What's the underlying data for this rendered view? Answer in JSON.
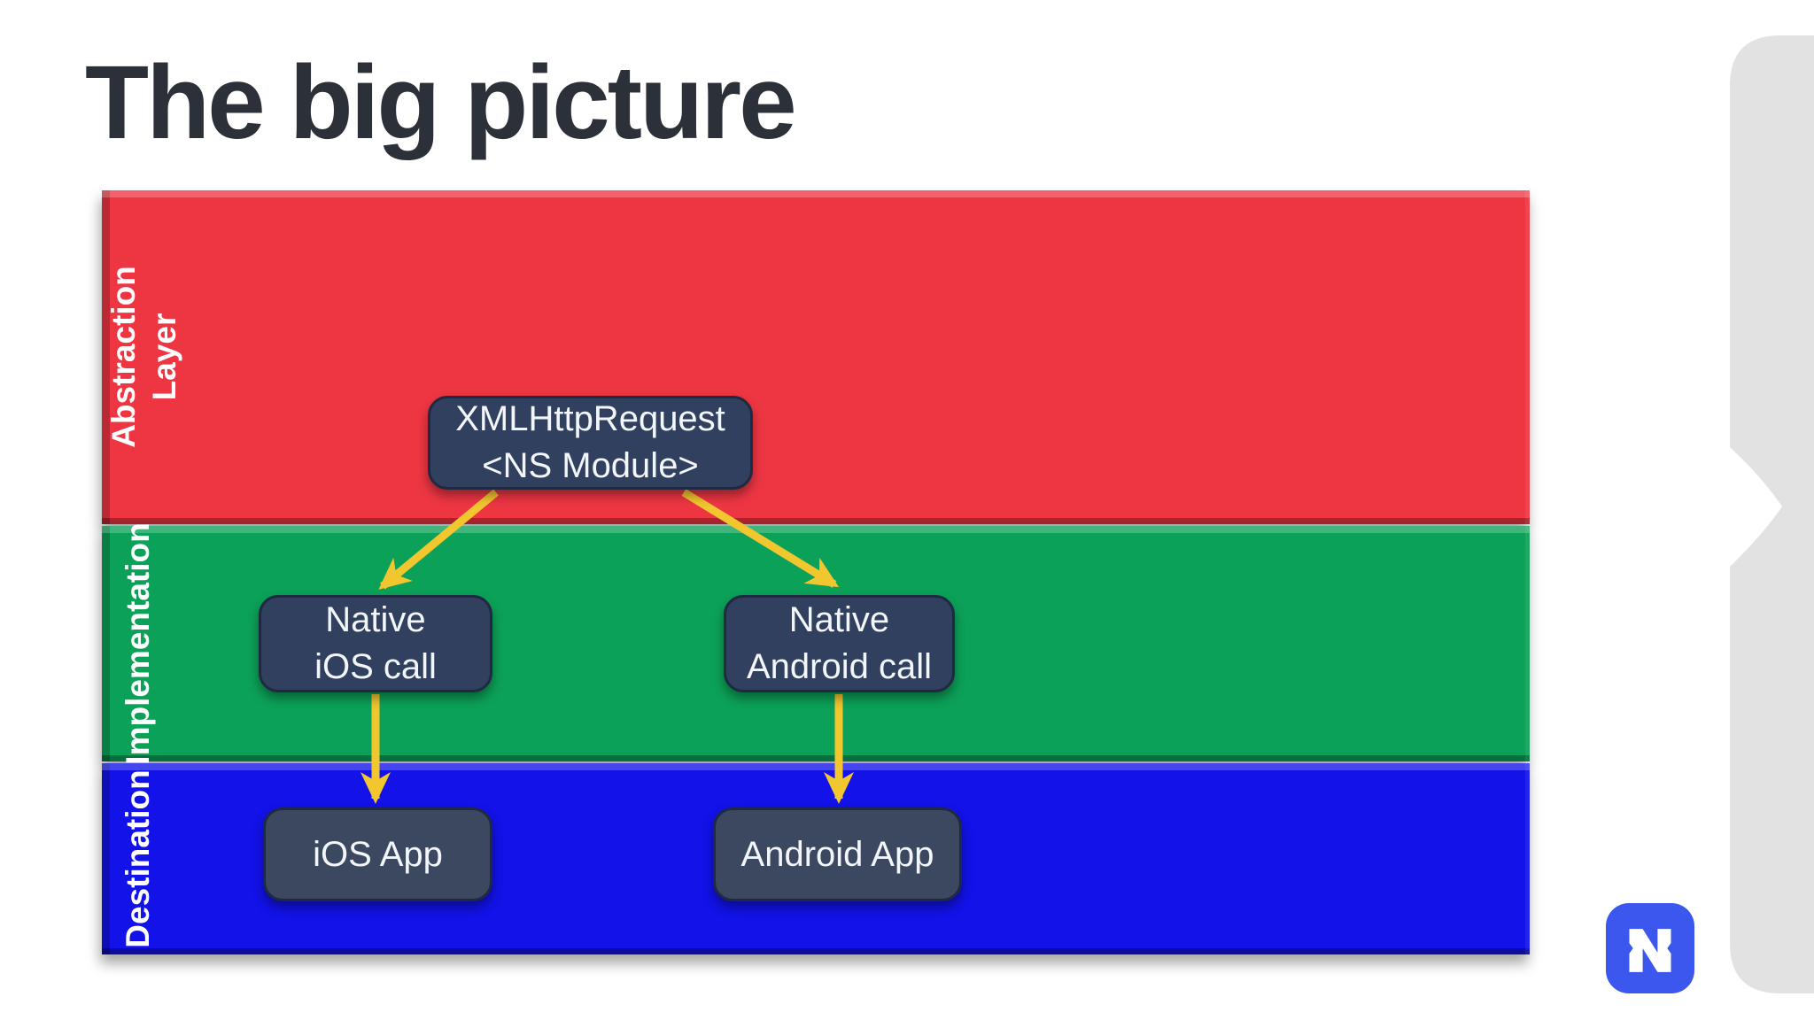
{
  "slide": {
    "title": "The big picture"
  },
  "colors": {
    "bg": "#ffffff",
    "side-panel": "#e2e2e2",
    "title-text": "#2c3038",
    "layer-abstraction": "#ee3643",
    "layer-implementation": "#0ca158",
    "layer-destination": "#1212e9",
    "layer-label-text": "#ffffff",
    "node-fill": "#31405e",
    "node-fill-bottom": "#3b4860",
    "node-border": "#1f2941",
    "node-text": "#f2f5f9",
    "arrow": "#f2c62f",
    "logo-bg": "#3b57ee",
    "logo-glyph": "#ffffff"
  },
  "diagram": {
    "layers": [
      {
        "id": "abstraction-layer",
        "label": "Abstraction\nLayer"
      },
      {
        "id": "implementation",
        "label": "Implementation"
      },
      {
        "id": "destination",
        "label": "Destination"
      }
    ],
    "nodes": [
      {
        "id": "xmlhttprequest",
        "label": "XMLHttpRequest\n<NS Module>",
        "layer": "Abstraction Layer"
      },
      {
        "id": "native-ios-call",
        "label": "Native\niOS call",
        "layer": "Implementation"
      },
      {
        "id": "native-android-call",
        "label": "Native\nAndroid call",
        "layer": "Implementation"
      },
      {
        "id": "ios-app",
        "label": "iOS App",
        "layer": "Destination"
      },
      {
        "id": "android-app",
        "label": "Android App",
        "layer": "Destination"
      }
    ],
    "edges": [
      {
        "from": "xmlhttprequest",
        "to": "native-ios-call"
      },
      {
        "from": "xmlhttprequest",
        "to": "native-android-call"
      },
      {
        "from": "native-ios-call",
        "to": "ios-app"
      },
      {
        "from": "native-android-call",
        "to": "android-app"
      }
    ]
  },
  "logo": {
    "letter": "N"
  }
}
